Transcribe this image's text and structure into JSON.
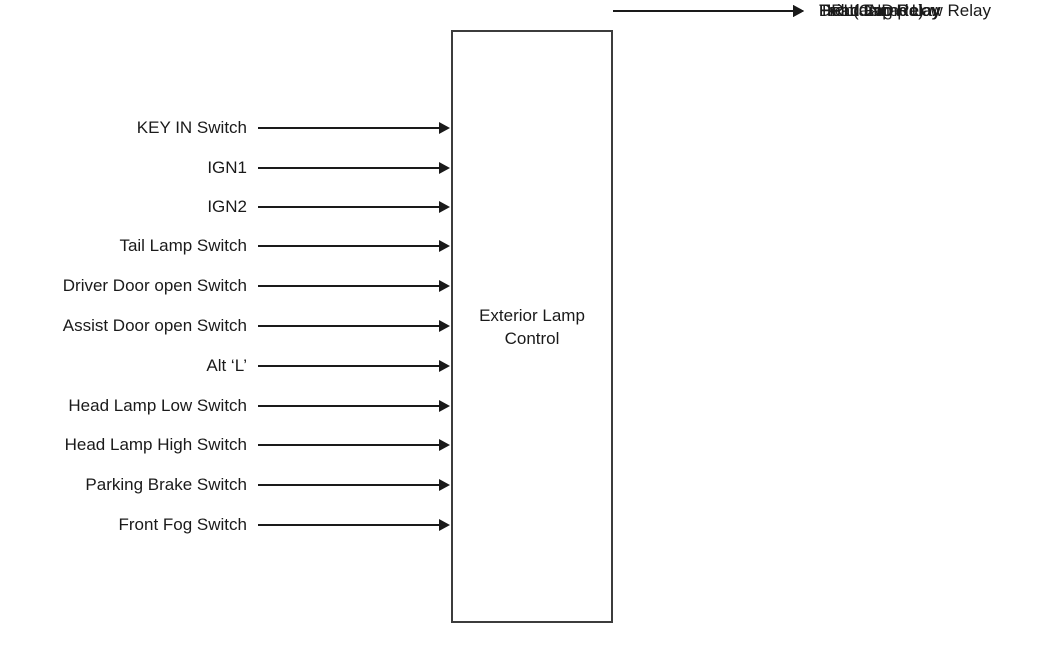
{
  "diagram": {
    "block": {
      "title": "Exterior Lamp Control"
    },
    "inputs": [
      {
        "label": "KEY IN Switch"
      },
      {
        "label": "IGN1"
      },
      {
        "label": "IGN2"
      },
      {
        "label": "Tail Lamp Switch"
      },
      {
        "label": "Driver Door open Switch"
      },
      {
        "label": "Assist Door open Switch"
      },
      {
        "label": "Alt ‘L’"
      },
      {
        "label": "Head Lamp Low Switch"
      },
      {
        "label": "Head Lamp High Switch"
      },
      {
        "label": "Parking Brake Switch"
      },
      {
        "label": "Front Fog Switch"
      }
    ],
    "outputs": [
      {
        "label": "Tail Lamp Relay"
      },
      {
        "label": "DRL(Canada)"
      },
      {
        "label": "Head Lamp Low Relay"
      },
      {
        "label": "Head IND"
      },
      {
        "label": "Front Fog Relay"
      }
    ],
    "colors": {
      "background": "#ffffff",
      "line": "#1a1a1a",
      "text": "#1a1a1a",
      "box_border": "#3c3c3c"
    }
  }
}
